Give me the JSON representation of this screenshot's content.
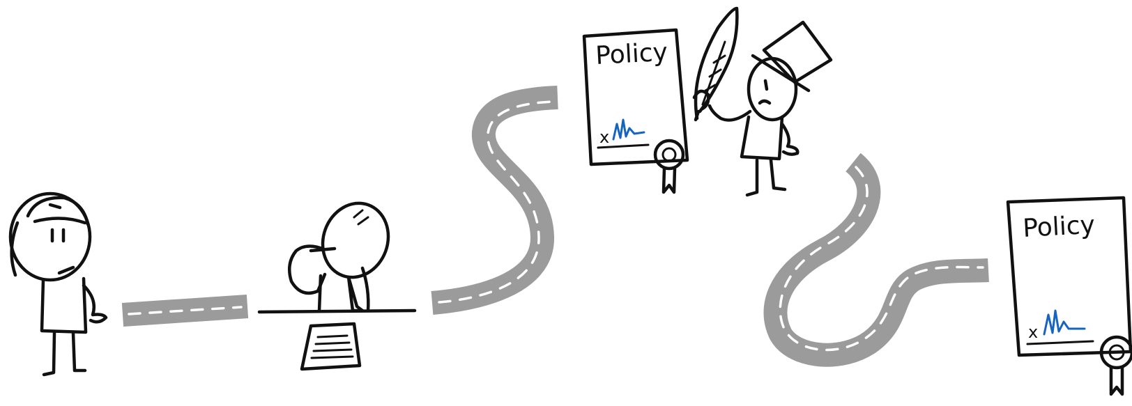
{
  "documents": [
    {
      "title": "Policy",
      "signature_mark": "x"
    },
    {
      "title": "Policy",
      "signature_mark": "x"
    }
  ],
  "colors": {
    "road": "#9b9b9b",
    "road_dash": "#ffffff",
    "ink": "#111111",
    "signature": "#1565c0"
  }
}
